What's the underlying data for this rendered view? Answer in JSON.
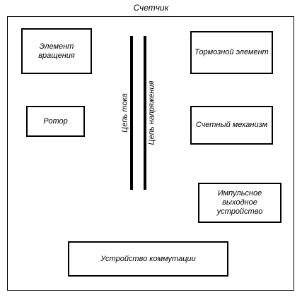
{
  "diagram": {
    "title": "Счетчик",
    "blocks": {
      "rotation_element": "Элемент вращения",
      "rotor": "Ротор",
      "brake_element": "Тормозной элемент",
      "counting_mechanism": "Счетный механизм",
      "pulse_output": "Импульсное выходное устройство",
      "switching_device": "Устройство коммутации"
    },
    "circuits": {
      "current": "Цепь тока",
      "voltage": "Цепь напряжения"
    }
  }
}
